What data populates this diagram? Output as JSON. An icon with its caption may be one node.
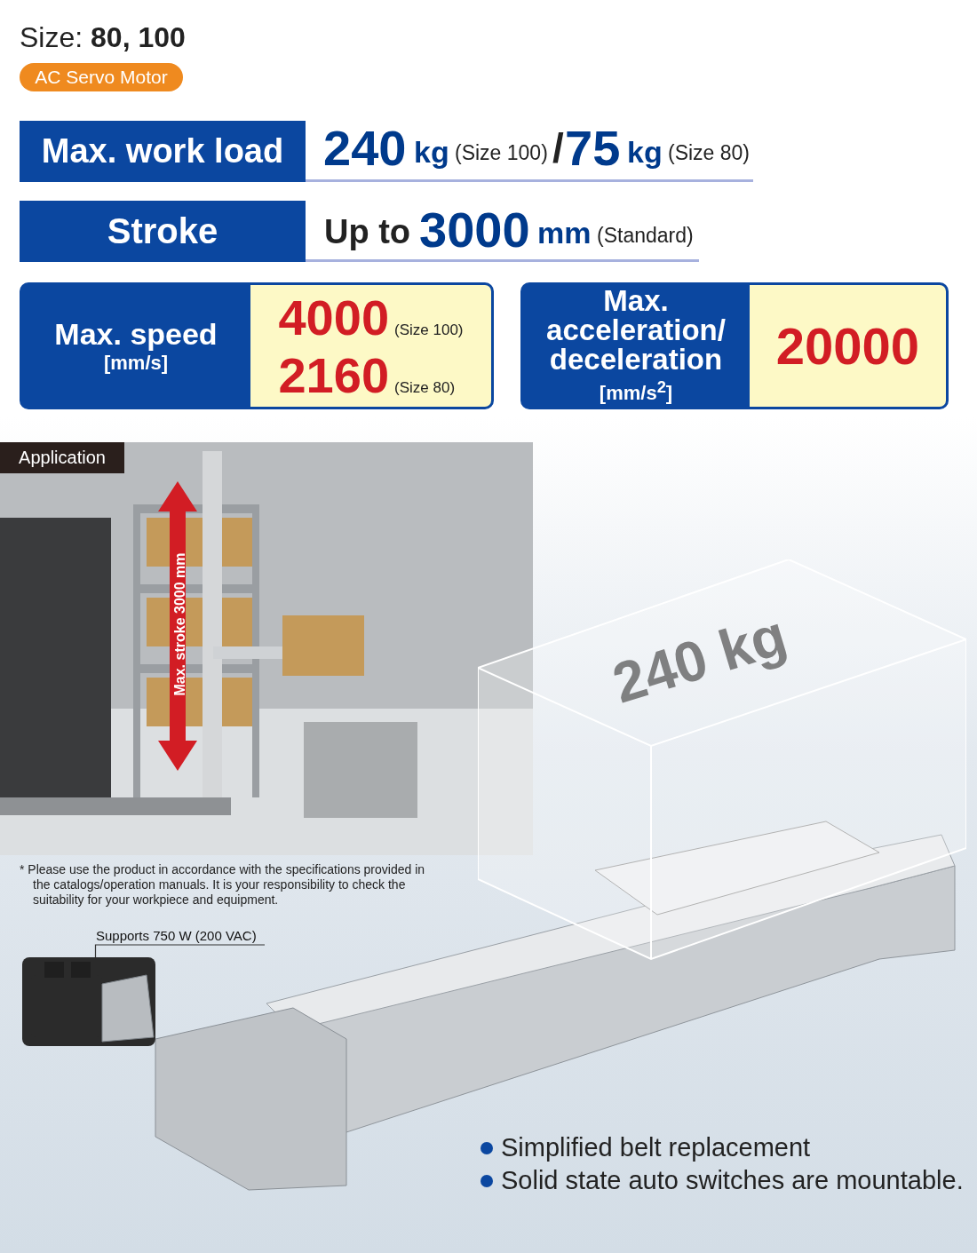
{
  "diagram": {
    "nodes": [
      {
        "text": [
          "Max. work load"
        ]
      },
      {
        "text": [
          "Stroke"
        ]
      },
      {
        "text": [
          "Max. speed",
          "[mm/s]"
        ]
      },
      {
        "text": [
          "4000",
          "(Size 100)",
          "2160",
          "(Size 80)"
        ]
      },
      {
        "text": [
          "Max. acceleration/ deceleration",
          "[mm/s$^{2}$]"
        ]
      },
      {
        "text": [
          "20000"
        ]
      },
      {
        "text": [
          "AC Servo Motor"
        ]
      },
      {
        "text": [
          "Application"
        ]
      },
      {
        "text": [
          "Supports 750 W (200 VAC)"
        ]
      },
      {
        "text": [],
        "shape": "picture"
      },
      {
        "text": [
          "240 kg"
        ]
      }
    ],
    "edges": [
      {
        "from": 8,
        "to": 9,
        "arrow": "none"
      }
    ],
    "labels": [
      "Size: **80, 100**",
      "240",
      "kg",
      "(Size 100)",
      "/",
      "75",
      "kg",
      "(Size 80)",
      "Up to",
      "3000",
      "mm",
      "(Standard)",
      "Max. stroke 3000 mm",
      "* Please use the product in accordance with the specifications provided in the catalogs/operation manuals. It is your responsibility to check the suitability for your workpiece and equipment.",
      "Simplified belt replacement",
      "Solid state auto switches are mountable."
    ]
  }
}
